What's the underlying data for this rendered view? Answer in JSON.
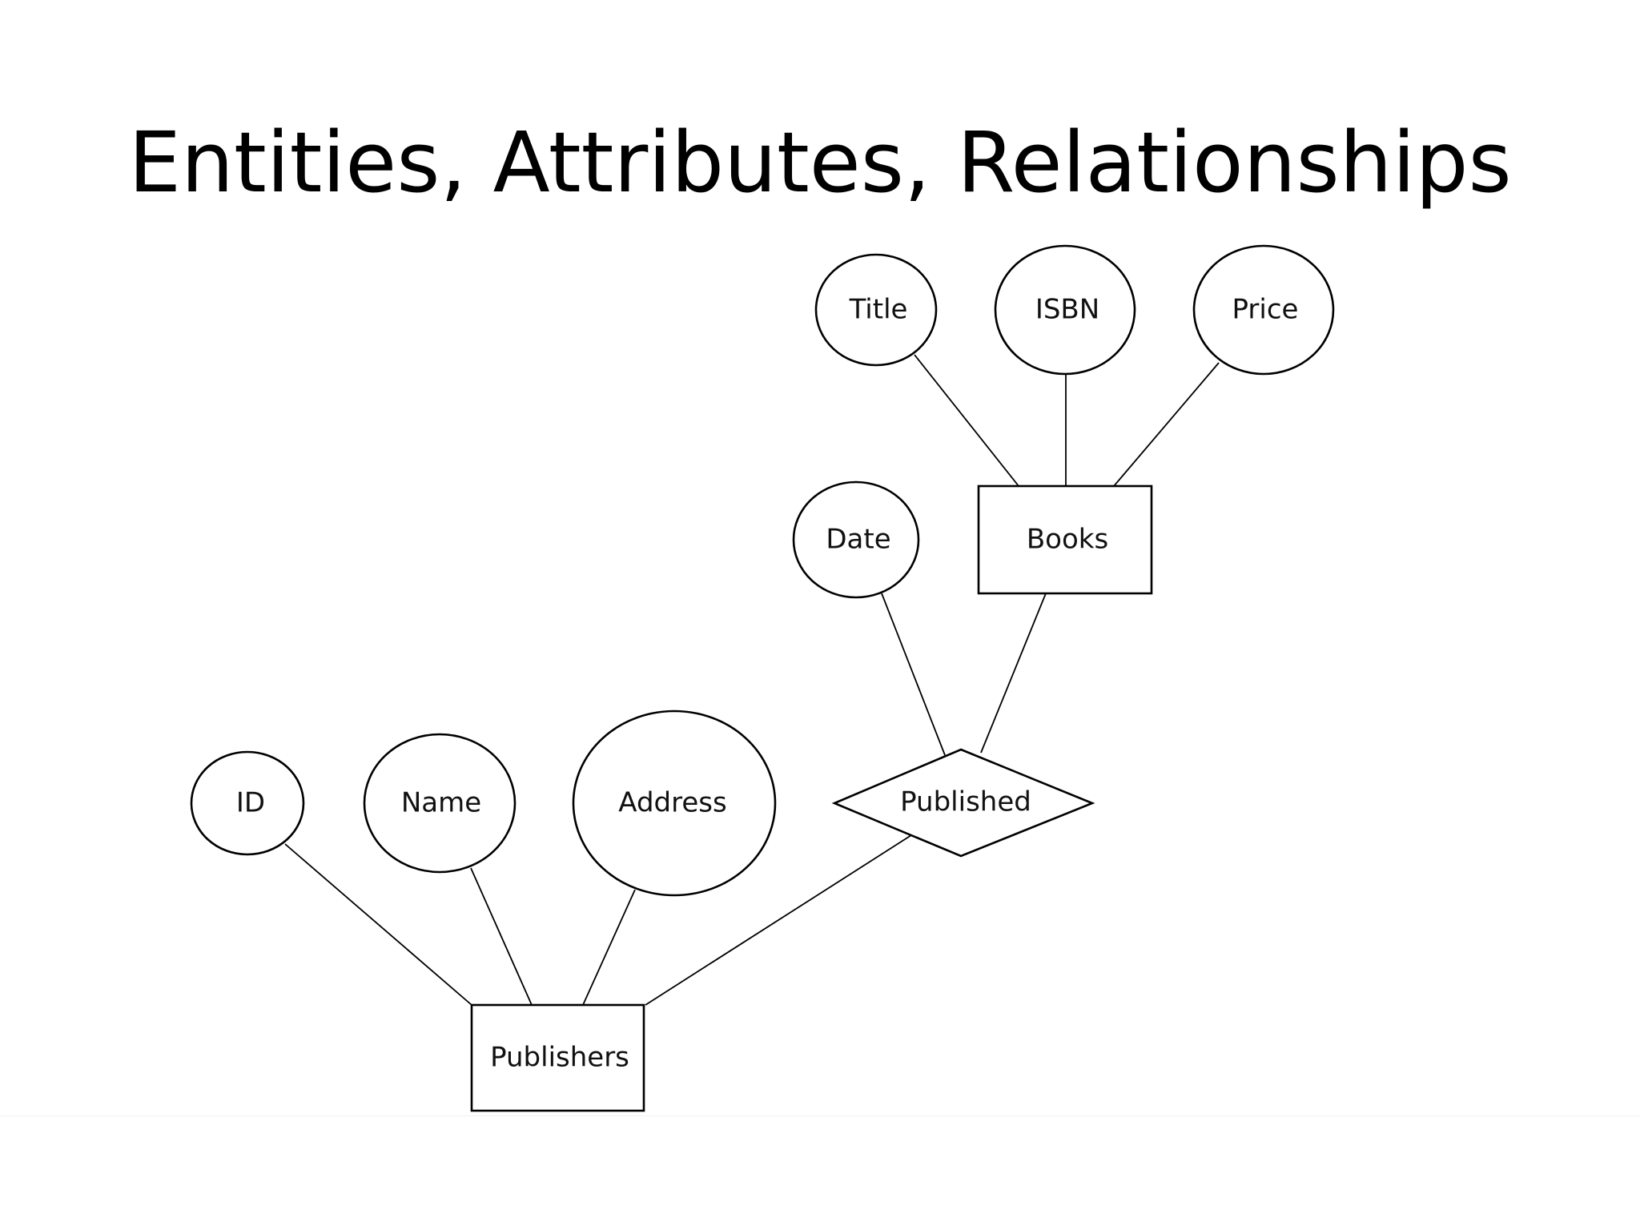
{
  "slide": {
    "title": "Entities, Attributes, Relationships"
  },
  "diagram": {
    "entities": {
      "books": "Books",
      "publishers": "Publishers"
    },
    "relationships": {
      "published": "Published"
    },
    "attributes": {
      "title": "Title",
      "isbn": "ISBN",
      "price": "Price",
      "date": "Date",
      "id": "ID",
      "name": "Name",
      "address": "Address"
    },
    "links": [
      [
        "title",
        "books"
      ],
      [
        "isbn",
        "books"
      ],
      [
        "price",
        "books"
      ],
      [
        "date",
        "published"
      ],
      [
        "books",
        "published"
      ],
      [
        "published",
        "publishers"
      ],
      [
        "id",
        "publishers"
      ],
      [
        "name",
        "publishers"
      ],
      [
        "address",
        "publishers"
      ]
    ]
  }
}
